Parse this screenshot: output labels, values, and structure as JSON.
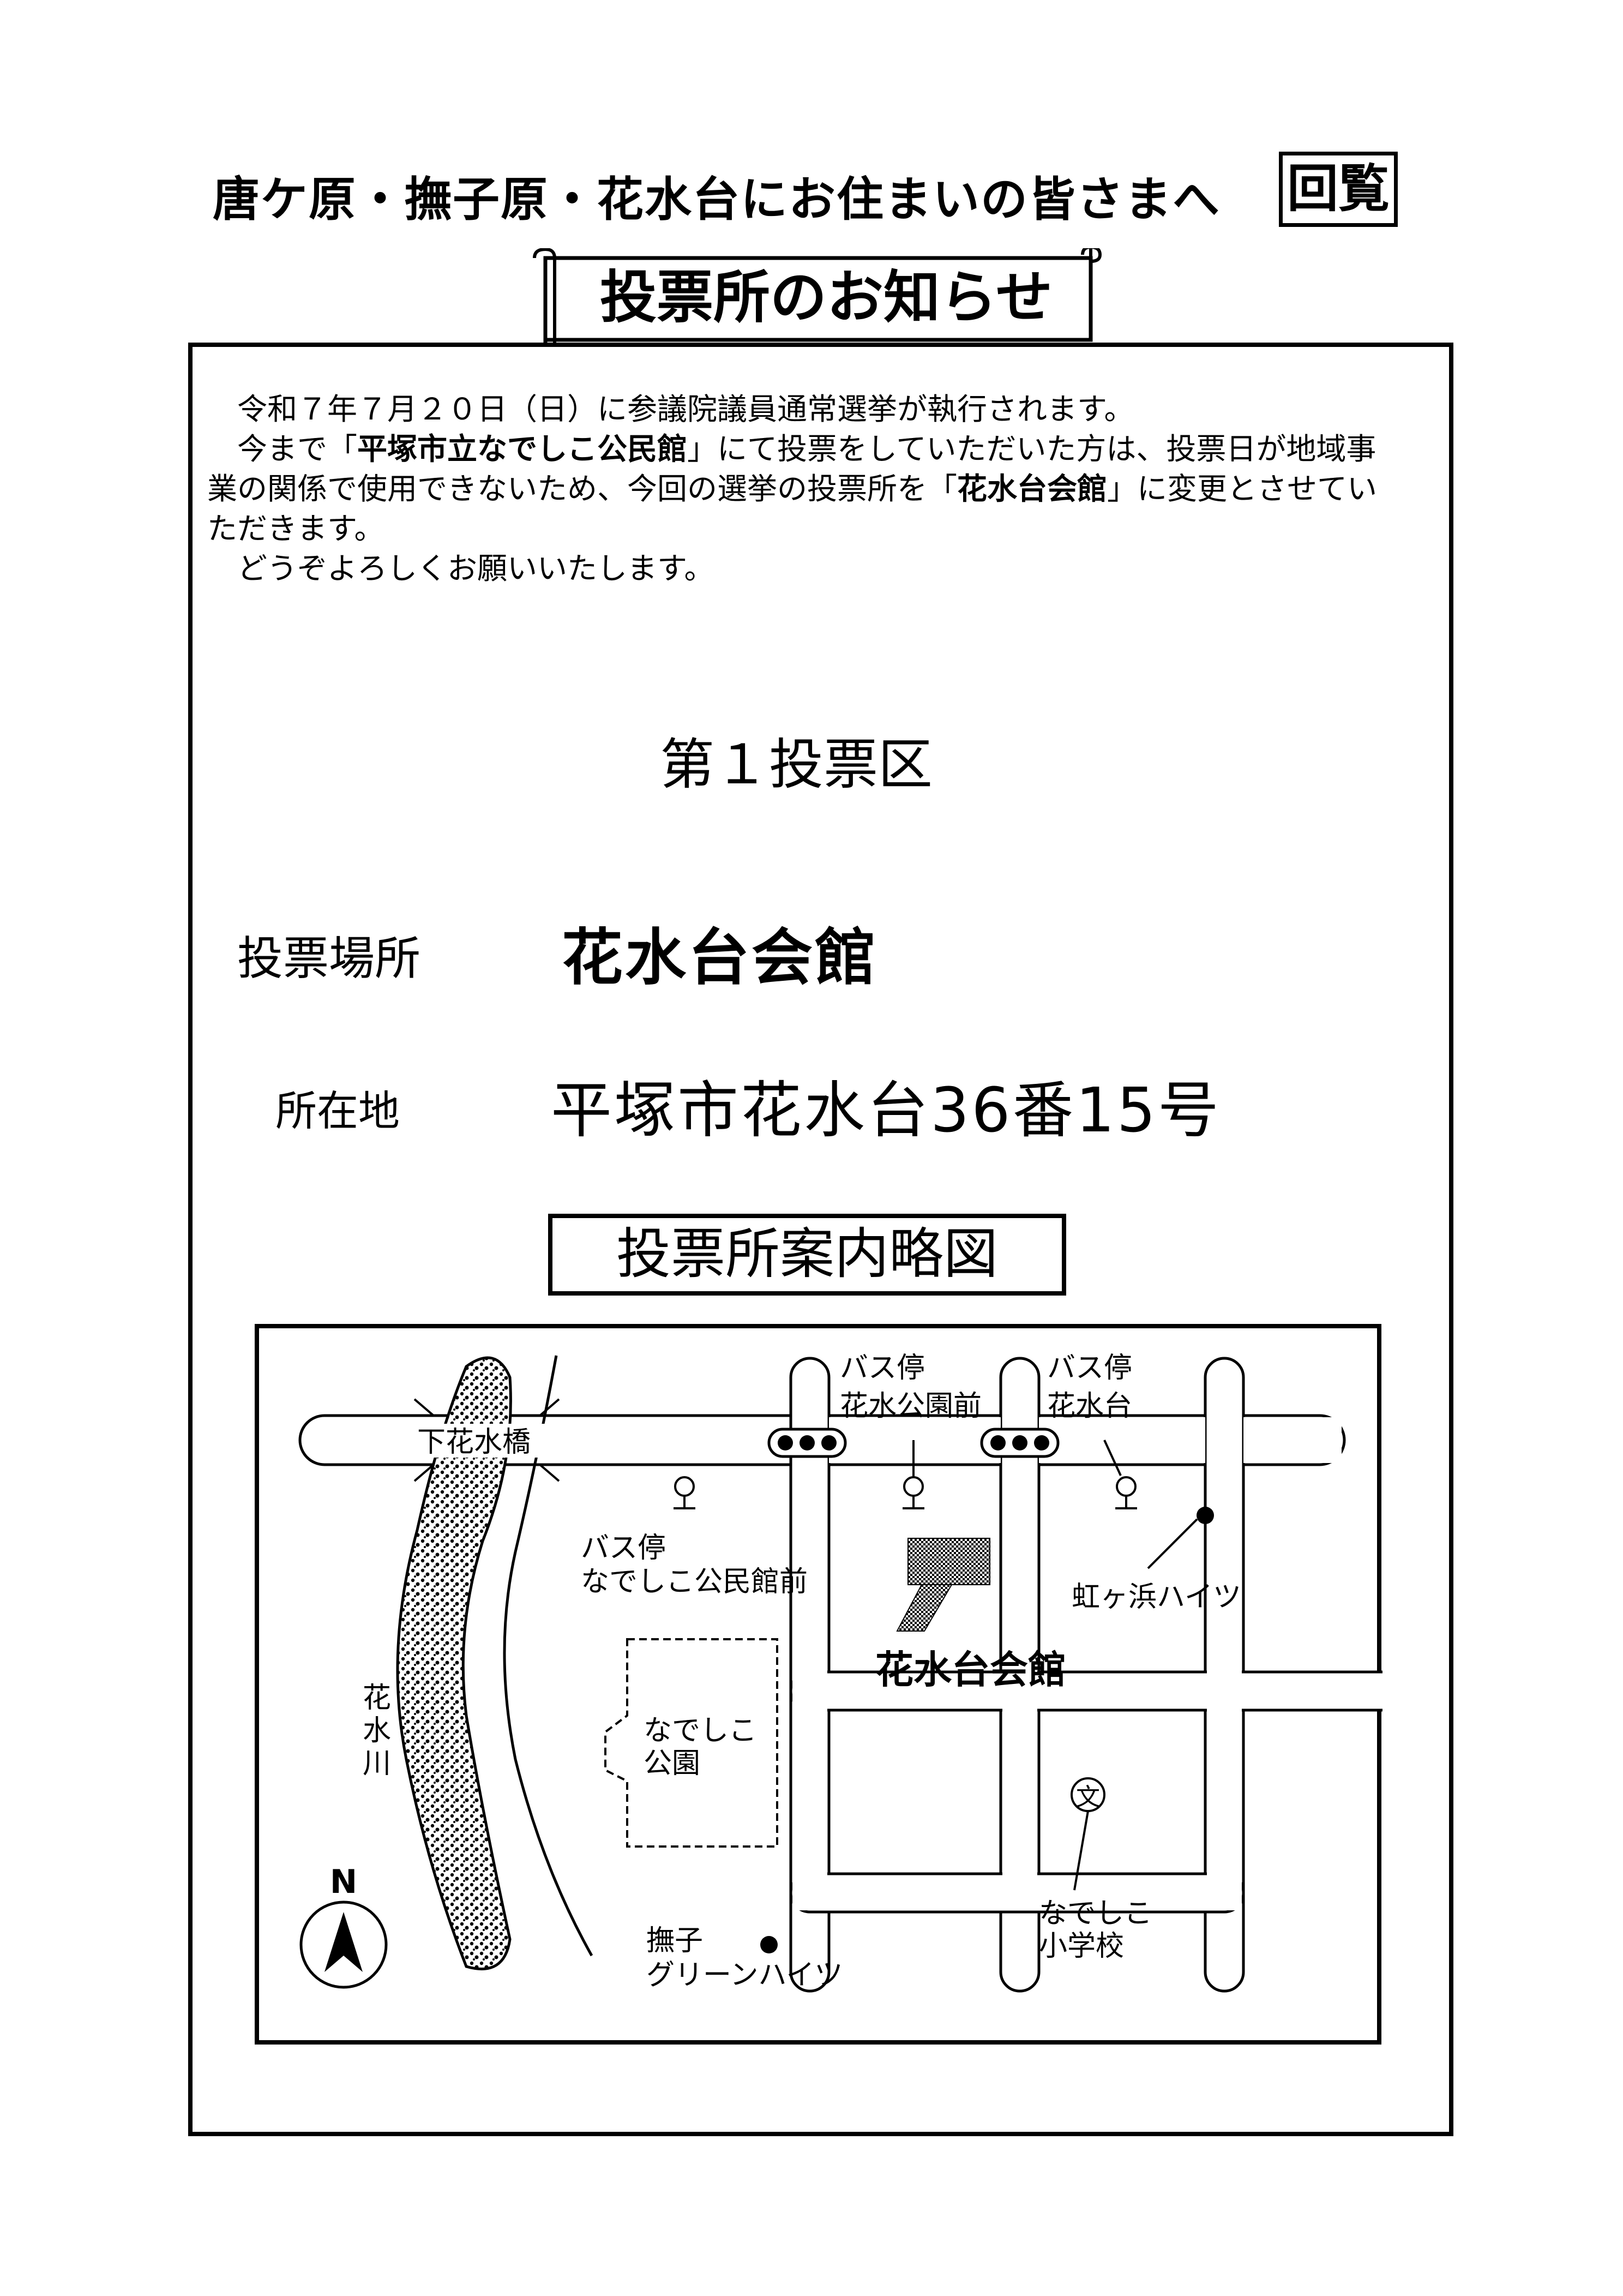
{
  "header": {
    "heading": "唐ケ原・撫子原・花水台にお住まいの皆さまへ",
    "badge": "回覧"
  },
  "title": "投票所のお知らせ",
  "body": {
    "line1": "令和７年７月２０日（日）に参議院議員通常選挙が執行されます。",
    "line2_pre": "今まで「",
    "line2_bold": "平塚市立なでしこ公民館",
    "line2_post": "」にて投票をしていただいた方は、投票日が地域事",
    "line3_pre": "業の関係で使用できないため、今回の選挙の投票所を「",
    "line3_bold": "花水台会館",
    "line3_post": "」に変更とさせてい",
    "line4": "ただきます。",
    "line5": "どうぞよろしくお願いいたします。"
  },
  "district": "第１投票区",
  "venue": {
    "label": "投票場所",
    "value": "花水台会館"
  },
  "address": {
    "label": "所在地",
    "value": "平塚市花水台36番15号"
  },
  "map": {
    "title": "投票所案内略図",
    "labels": {
      "bridge": "下花水橋",
      "bus_stop_1": "バス停",
      "bus_stop_1_name": "花水公園前",
      "bus_stop_2": "バス停",
      "bus_stop_2_name": "花水台",
      "bus_stop_3": "バス停",
      "bus_stop_3_name": "なでしこ公民館前",
      "apartment_1": "虹ヶ浜ハイツ",
      "venue": "花水台会館",
      "river_1": "花",
      "river_2": "水",
      "river_3": "川",
      "park_1": "なでしこ",
      "park_2": "公園",
      "school_mark": "文",
      "school_1": "なでしこ",
      "school_2": "小学校",
      "north": "N",
      "apartment_2_line1": "撫子",
      "apartment_2_line2": "グリーンハイツ"
    }
  }
}
